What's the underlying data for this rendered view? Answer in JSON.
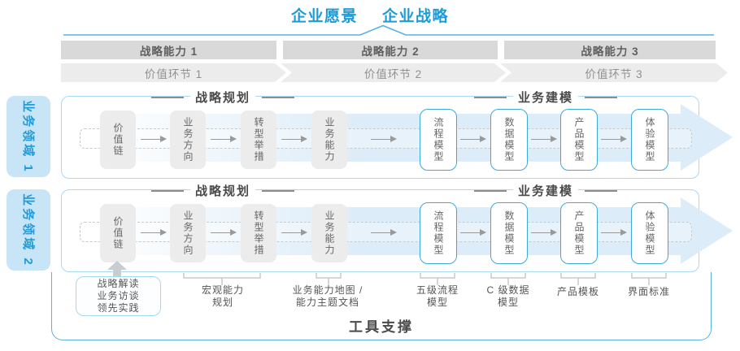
{
  "palette": {
    "accent_blue": "#1B9BD8",
    "row_border_blue": "#A9D9F2",
    "node_border_blue": "#3FA9DC",
    "domain_bar_bg": "#C7E5F7",
    "capability_bar_gray": "#D9D9D9",
    "value_bar_gray": "#ECECEC",
    "big_arrow_blue": "#DCECF8",
    "footer_border_blue": "#58B1DF"
  },
  "header": {
    "vision": "企业愿景",
    "strategy": "企业战略"
  },
  "capability_bars": [
    "战略能力 1",
    "战略能力 2",
    "战略能力 3"
  ],
  "value_links": [
    "价值环节 1",
    "价值环节 2",
    "价值环节 3"
  ],
  "domains": [
    "业务领域 1",
    "业务领域 2"
  ],
  "row": {
    "planning_header": "战略规划",
    "modeling_header": "业务建模",
    "gray_boxes": [
      "价值链",
      "业务方向",
      "转型举措",
      "业务能力"
    ],
    "blue_boxes": [
      "流程模型",
      "数据模型",
      "产品模型",
      "体验模型"
    ]
  },
  "annotations": {
    "sources": [
      "战略解读",
      "业务访谈",
      "领先实践"
    ],
    "macro_capability": [
      "宏观能力",
      "规划"
    ],
    "capability_map": [
      "业务能力地图 /",
      "能力主题文档"
    ],
    "process_model": [
      "五级流程",
      "模型"
    ],
    "data_model": [
      "C 级数据",
      "模型"
    ],
    "product_template": "产品模板",
    "ui_standard": "界面标准"
  },
  "footer": {
    "label": "工具支撑"
  }
}
